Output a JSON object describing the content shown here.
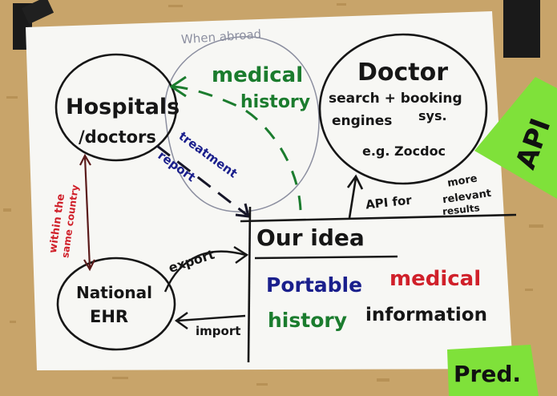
{
  "colors": {
    "board": "#c8a46a",
    "paper": "#f7f7f4",
    "ink_black": "#161616",
    "ink_green": "#1b7c2e",
    "ink_blue": "#1a1f8c",
    "ink_red": "#d0202a",
    "ink_grey": "#8c8fa0",
    "sticky_green": "#7fe13a"
  },
  "nodes": {
    "hospitals": {
      "line1": "Hospitals",
      "line2": "/doctors"
    },
    "doctor_search": {
      "line1": "Doctor",
      "line2": "search + booking",
      "line3": "engines",
      "line4": "sys.",
      "line5": "e.g. Zocdoc"
    },
    "national_ehr": {
      "line1": "National",
      "line2": "EHR"
    }
  },
  "labels": {
    "when_abroad": "When abroad",
    "medical": "medical",
    "history": "history",
    "treatment": "treatment",
    "report": "report",
    "within_line1": "within the",
    "within_line2": "same country",
    "export": "export",
    "import": "import",
    "api_for": "API for",
    "more_relevant_line1": "more",
    "more_relevant_line2": "relevant",
    "more_relevant_line3": "results"
  },
  "idea": {
    "heading": "Our idea",
    "word_portable": "Portable",
    "word_medical": "medical",
    "word_history": "history",
    "word_information": "information"
  },
  "sticky_notes": {
    "api_note": "API",
    "pred_note": "Pred."
  }
}
